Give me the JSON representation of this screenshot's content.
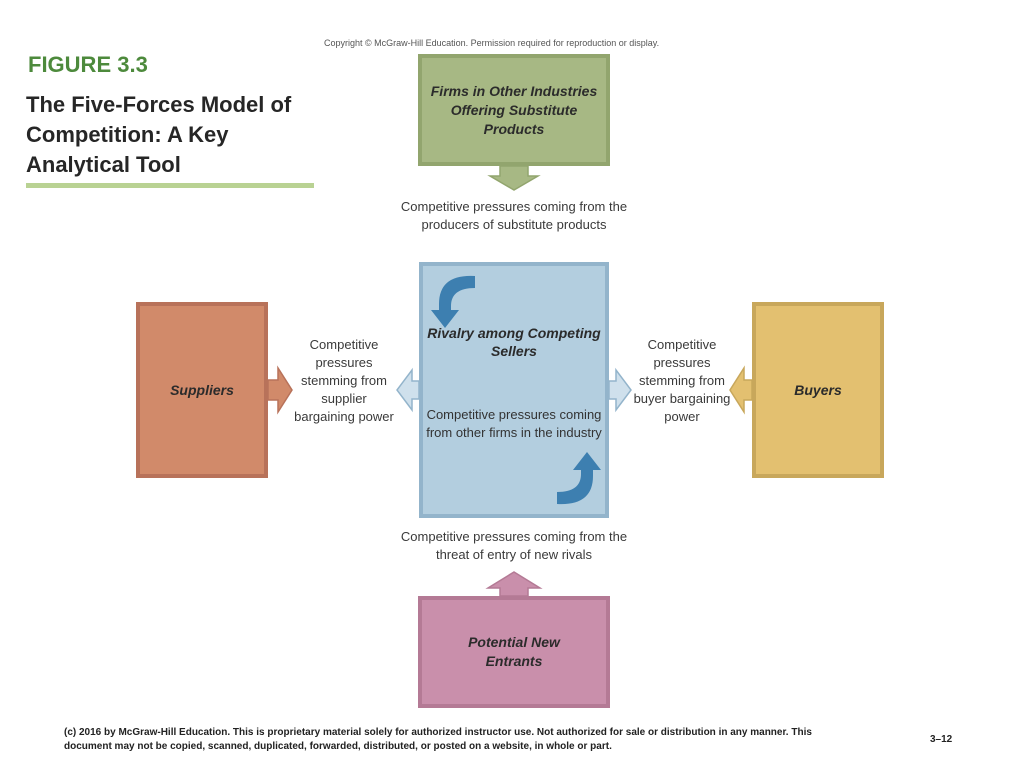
{
  "copyright": "Copyright © McGraw-Hill Education. Permission required for reproduction or display.",
  "figure": {
    "label": "FIGURE 3.3",
    "title": "The Five-Forces Model of Competition: A Key Analytical Tool"
  },
  "boxes": {
    "substitutes": "Firms in Other Industries Offering Substitute Products",
    "suppliers": "Suppliers",
    "buyers": "Buyers",
    "new_entrants": "Potential New Entrants",
    "rivalry_title": "Rivalry among Competing Sellers",
    "rivalry_text": "Competitive pressures coming from other firms in the industry"
  },
  "pressures": {
    "top": "Competitive pressures coming from the producers of substitute products",
    "left": "Competitive pressures stemming from supplier bargaining power",
    "right": "Competitive pressures stemming from buyer bargaining power",
    "bottom": "Competitive pressures coming from the threat of entry of new rivals"
  },
  "footer": {
    "notice": "(c) 2016 by McGraw-Hill Education. This is proprietary material solely for authorized instructor use. Not authorized for sale or distribution in any manner. This document may not be copied, scanned, duplicated, forwarded, distributed, or posted on a website, in whole or part.",
    "page": "3–12"
  },
  "colors": {
    "figure_label": "#4d8a3c",
    "substitutes_box": "#a7b884",
    "suppliers_box": "#d18a6a",
    "buyers_box": "#e3c070",
    "new_entrants_box": "#c98fab",
    "rivalry_box": "#b3cedf",
    "rivalry_arrows": "#3d7fb0"
  }
}
